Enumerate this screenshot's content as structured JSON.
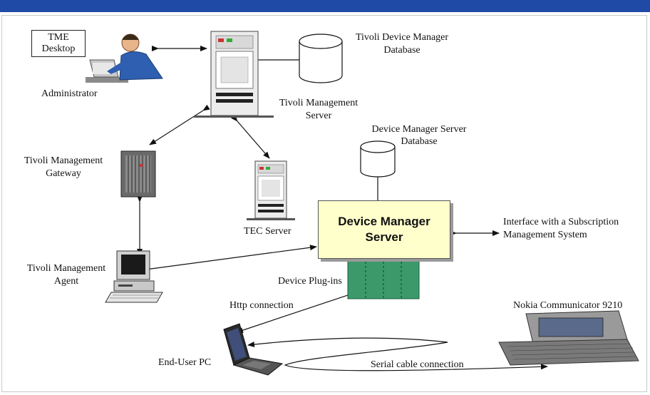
{
  "colors": {
    "header_bar": "#1f4aa6",
    "server_box": "#ffffcc",
    "plugins": "#3c9a6a"
  },
  "labels": {
    "tme_desktop_line1": "TME",
    "tme_desktop_line2": "Desktop",
    "administrator": "Administrator",
    "tdm_db_line1": "Tivoli Device Manager",
    "tdm_db_line2": "Database",
    "tms_line1": "Tivoli Management",
    "tms_line2": "Server",
    "dms_db_line1": "Device Manager Server",
    "dms_db_line2": "Database",
    "gateway_line1": "Tivoli Management",
    "gateway_line2": "Gateway",
    "tec_server": "TEC Server",
    "dm_server_line1": "Device Manager",
    "dm_server_line2": "Server",
    "subscription_line1": "Interface with a Subscription",
    "subscription_line2": "Management System",
    "agent_line1": "Tivoli Management",
    "agent_line2": "Agent",
    "plugins": "Device Plug-ins",
    "http": "Http connection",
    "nokia": "Nokia Communicator 9210",
    "enduser": "End-User PC",
    "serial": "Serial cable connection"
  },
  "icons": [
    "administrator-icon",
    "server-tower-icon",
    "database-cylinder-icon",
    "gateway-rack-icon",
    "desktop-computer-icon",
    "laptop-icon",
    "communicator-device-icon"
  ]
}
